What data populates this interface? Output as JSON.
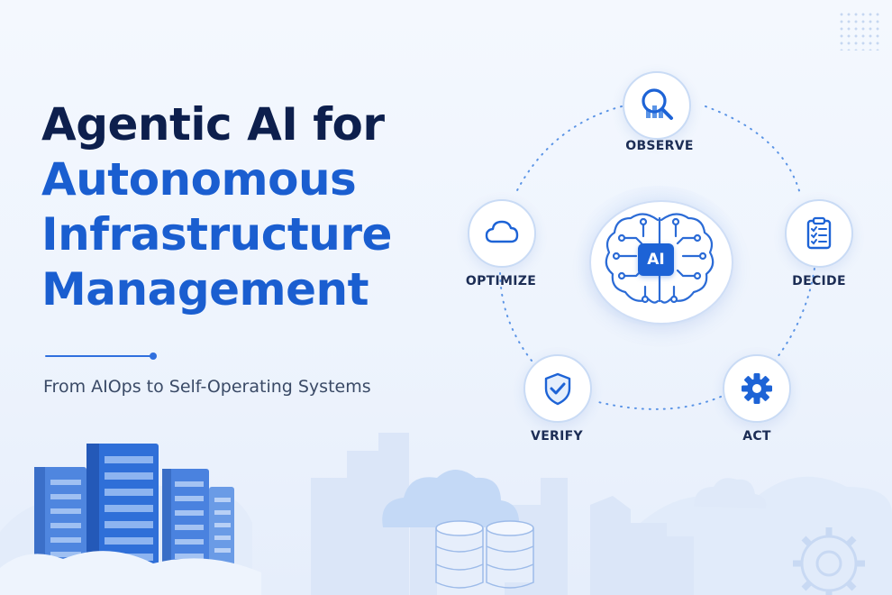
{
  "title": {
    "line1": "Agentic AI for",
    "line2": "Autonomous",
    "line3": "Infrastructure",
    "line4": "Management"
  },
  "subtitle": "From AIOps to Self-Operating Systems",
  "cycle": {
    "center_label": "AI",
    "stages": [
      {
        "label": "OBSERVE",
        "icon": "magnifier-chart-icon"
      },
      {
        "label": "DECIDE",
        "icon": "clipboard-checklist-icon"
      },
      {
        "label": "ACT",
        "icon": "gear-icon"
      },
      {
        "label": "VERIFY",
        "icon": "shield-check-icon"
      },
      {
        "label": "OPTIMIZE",
        "icon": "cloud-icon"
      }
    ]
  },
  "colors": {
    "title_dark": "#0d1f4d",
    "title_blue": "#1a5ed0",
    "accent": "#2f6fde",
    "background": "#f4f8fe"
  }
}
